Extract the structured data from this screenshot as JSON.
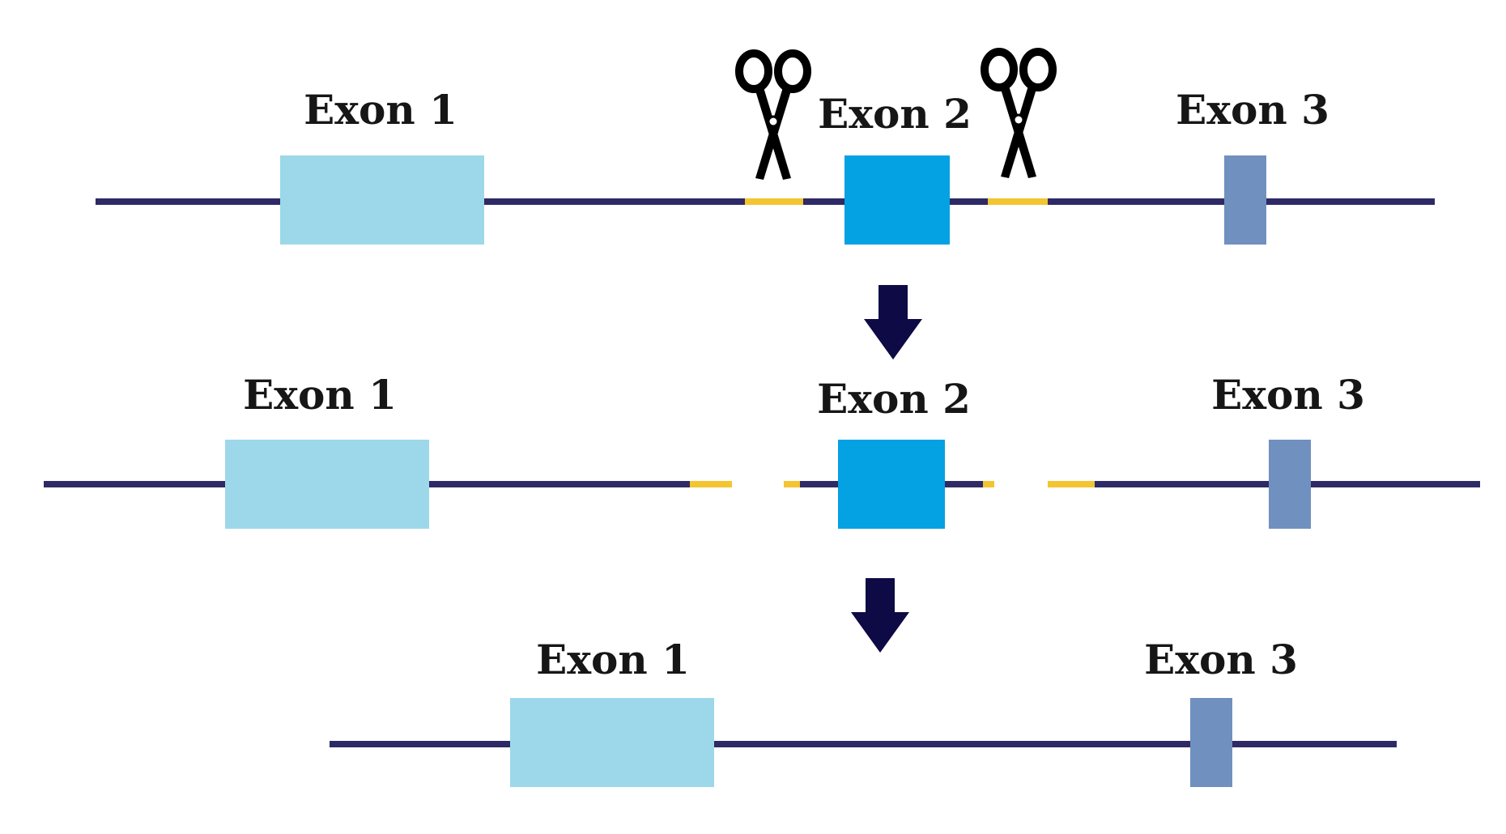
{
  "colors": {
    "background": "#ffffff",
    "intron_line": "#2e2a66",
    "cut_site": "#f2c531",
    "exon1": "#9cd8ea",
    "exon2": "#04a1e3",
    "exon3": "#7090bf",
    "arrow": "#0d0a45",
    "scissors": "#000000",
    "label_text": "#161616"
  },
  "icons": {
    "cut_tool": "scissors-icon",
    "step_arrow": "arrow-down-icon"
  },
  "rows": [
    {
      "id": "original",
      "labels": {
        "exon1": "Exon 1",
        "exon2": "Exon 2",
        "exon3": "Exon 3"
      }
    },
    {
      "id": "cut",
      "labels": {
        "exon1": "Exon 1",
        "exon2": "Exon 2",
        "exon3": "Exon 3"
      }
    },
    {
      "id": "result",
      "labels": {
        "exon1": "Exon 1",
        "exon3": "Exon 3"
      }
    }
  ]
}
